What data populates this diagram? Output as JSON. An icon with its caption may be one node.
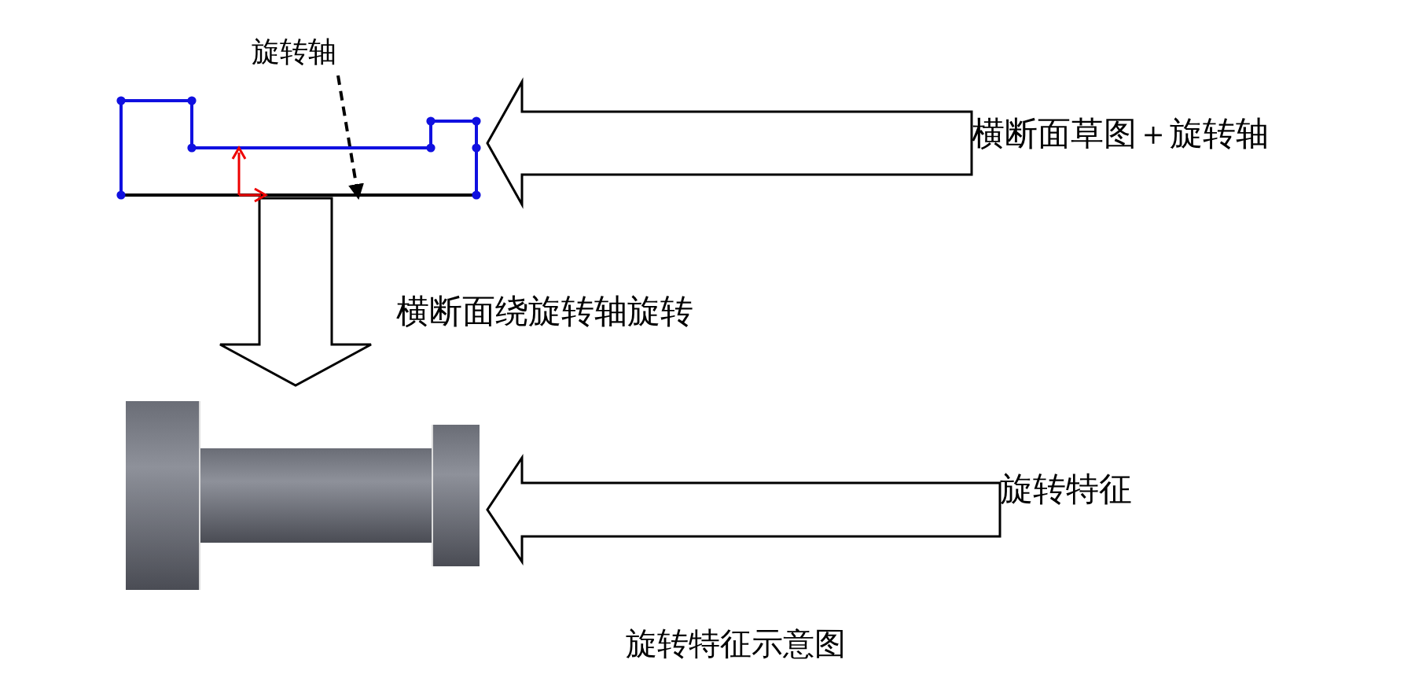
{
  "diagram": {
    "caption": "旋转特征示意图",
    "nodes": [
      {
        "text": [
          "旋转轴"
        ]
      },
      {
        "text": [],
        "shape": "picture"
      },
      {
        "text": [
          "横断面草图＋旋转轴"
        ]
      },
      {
        "text": [],
        "shape": "picture"
      },
      {
        "text": [
          "旋转特征"
        ]
      }
    ],
    "edges": [
      {
        "from": 0,
        "to": 1,
        "arrow": "to",
        "style": "dashed"
      },
      {
        "from": 2,
        "to": 1,
        "arrow": "to"
      },
      {
        "from": 1,
        "to": 3,
        "arrow": "to",
        "label": "横断面绕旋转轴旋转"
      },
      {
        "from": 4,
        "to": 3,
        "arrow": "to"
      }
    ]
  }
}
